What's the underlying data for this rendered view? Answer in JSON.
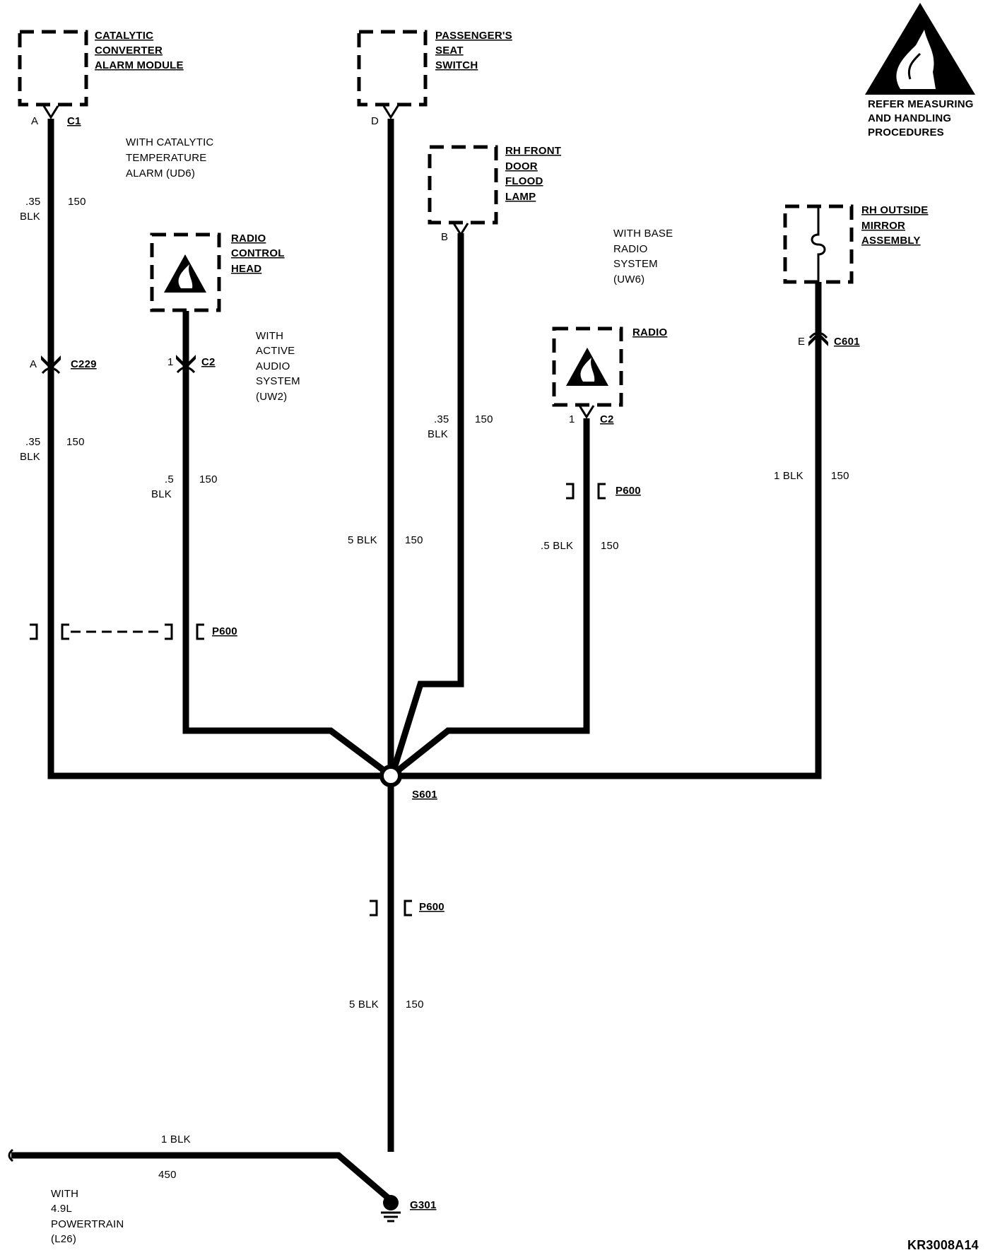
{
  "components": {
    "cat_module": [
      "CATALYTIC",
      "CONVERTER",
      "ALARM MODULE"
    ],
    "seat_switch": [
      "PASSENGER'S",
      "SEAT",
      "SWITCH"
    ],
    "flood_lamp": [
      "RH FRONT",
      "DOOR",
      "FLOOD",
      "LAMP"
    ],
    "radio_head": [
      "RADIO",
      "CONTROL",
      "HEAD"
    ],
    "radio": [
      "RADIO"
    ],
    "mirror": [
      "RH OUTSIDE",
      "MIRROR",
      "ASSEMBLY"
    ]
  },
  "notes": {
    "warning": [
      "REFER MEASURING",
      "AND HANDLING",
      "PROCEDURES"
    ],
    "cat_alarm": [
      "WITH CATALYTIC",
      "TEMPERATURE",
      "ALARM (UD6)"
    ],
    "active_audio": [
      "WITH",
      "ACTIVE",
      "AUDIO",
      "SYSTEM",
      "(UW2)"
    ],
    "base_radio": [
      "WITH BASE",
      "RADIO",
      "SYSTEM",
      "(UW6)"
    ],
    "powertrain": [
      "WITH",
      "4.9L",
      "POWERTRAIN",
      "(L26)"
    ]
  },
  "connectors": {
    "c1": {
      "pin": "A",
      "name": "C1"
    },
    "seat": {
      "pin": "D"
    },
    "flood": {
      "pin": "B"
    },
    "c229": {
      "pin": "A",
      "name": "C229"
    },
    "radio_head_c2": {
      "pin": "1",
      "name": "C2"
    },
    "radio_c2": {
      "pin": "1",
      "name": "C2"
    },
    "c601": {
      "pin": "E",
      "name": "C601"
    },
    "p600": "P600"
  },
  "wires": {
    "w1_size": ".35",
    "w1_color": "BLK",
    "w1_circuit": "150",
    "w2_size": ".35",
    "w2_color": "BLK",
    "w2_circuit": "150",
    "w3_size": ".5",
    "w3_color": "BLK",
    "w3_circuit": "150",
    "w4_label": "5 BLK",
    "w4_circuit": "150",
    "w5_size": ".35",
    "w5_color": "BLK",
    "w5_circuit": "150",
    "w6_label": ".5 BLK",
    "w6_circuit": "150",
    "w7_label": "1 BLK",
    "w7_circuit": "150",
    "w8_label": "5 BLK",
    "w8_circuit": "150",
    "w9_label": "1 BLK",
    "w9_circuit": "450"
  },
  "splice": "S601",
  "ground": "G301",
  "figure_code": "KR3008A14"
}
